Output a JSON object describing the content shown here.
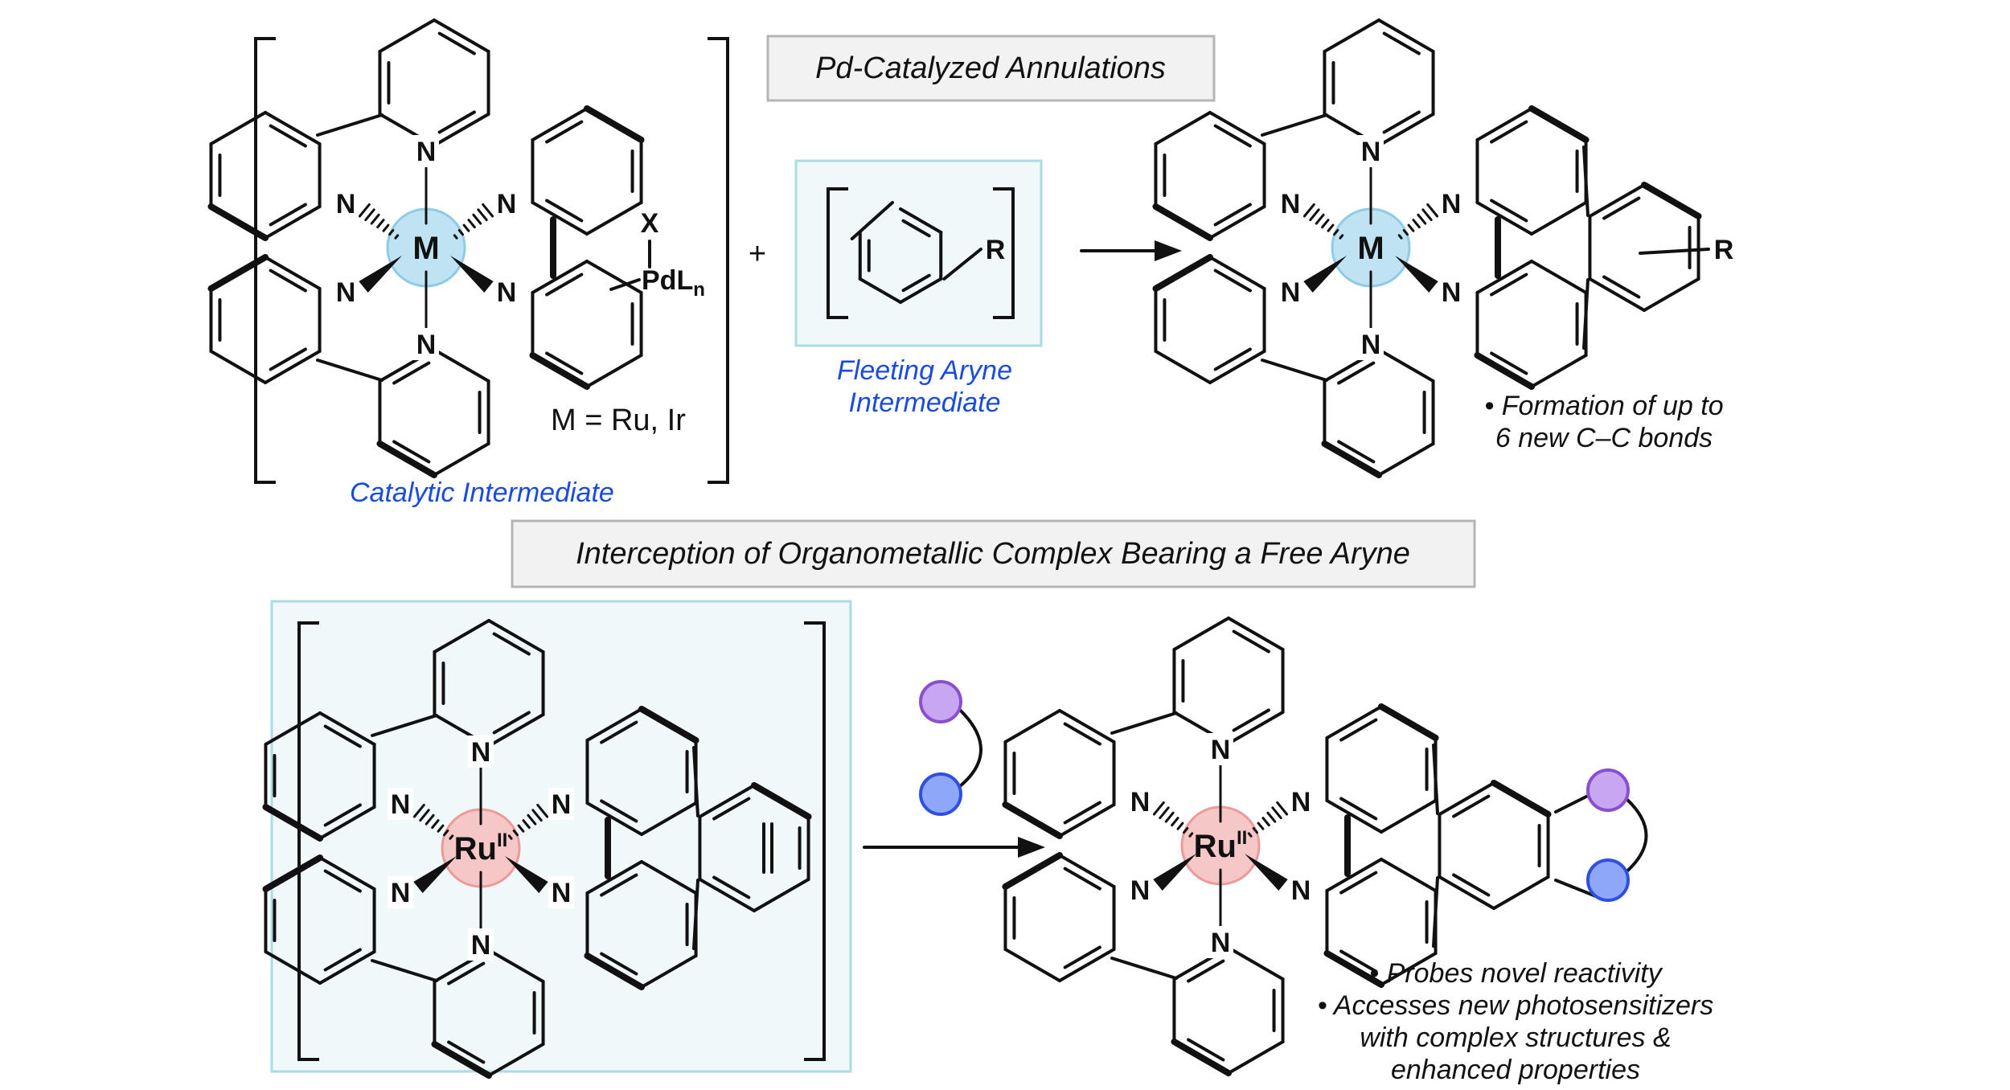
{
  "top": {
    "title": "Pd-Catalyzed Annulations",
    "metal_label": "M",
    "metal_def": "M = Ru, Ir",
    "x_label": "X",
    "pd_label": "PdL",
    "pd_sub": "n",
    "catalytic_label": "Catalytic Intermediate",
    "plus": "+",
    "aryne_label_line1": "Fleeting Aryne",
    "aryne_label_line2": "Intermediate",
    "r_label": "R",
    "note_line1": "• Formation of up to",
    "note_line2": "6 new C–C bonds"
  },
  "bottom": {
    "title": "Interception of Organometallic Complex Bearing a Free Aryne",
    "ru_label": "Ru",
    "ru_ox": "II",
    "note_line1": "• Probes novel reactivity",
    "note_line2": "• Accesses new photosensitizers",
    "note_line3": "with complex structures &",
    "note_line4": "enhanced properties"
  },
  "atoms": {
    "n": "N"
  },
  "colors": {
    "metal_halo_top": "#bfe3f3",
    "metal_halo_ru": "#f6c7c7",
    "aryne_box_fill": "#f0f8fa",
    "aryne_box_stroke": "#a8dde3",
    "title_box_fill": "#f2f2f2",
    "title_box_stroke": "#b5b5b5",
    "trap_purple": "#c9a7f0",
    "trap_blue": "#8ea7f8",
    "blue_text": "#1a4be0"
  }
}
